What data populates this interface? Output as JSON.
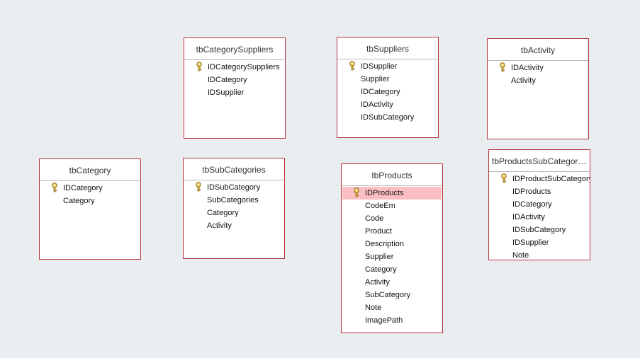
{
  "tables": [
    {
      "name": "tbCategorySuppliers",
      "fields": [
        {
          "label": "IDCategorySuppliers",
          "key": true
        },
        {
          "label": "IDCategory"
        },
        {
          "label": "IDSupplier"
        }
      ]
    },
    {
      "name": "tbSuppliers",
      "fields": [
        {
          "label": "IDSupplier",
          "key": true
        },
        {
          "label": "Supplier"
        },
        {
          "label": "IDCategory"
        },
        {
          "label": "IDActivity"
        },
        {
          "label": "IDSubCategory"
        }
      ]
    },
    {
      "name": "tbActivity",
      "fields": [
        {
          "label": "IDActivity",
          "key": true
        },
        {
          "label": "Activity"
        }
      ]
    },
    {
      "name": "tbCategory",
      "fields": [
        {
          "label": "IDCategory",
          "key": true
        },
        {
          "label": "Category"
        }
      ]
    },
    {
      "name": "tbSubCategories",
      "fields": [
        {
          "label": "IDSubCategory",
          "key": true
        },
        {
          "label": "SubCategories"
        },
        {
          "label": "Category"
        },
        {
          "label": "Activity"
        }
      ]
    },
    {
      "name": "tbProducts",
      "fields": [
        {
          "label": "IDProducts",
          "key": true,
          "selected": true
        },
        {
          "label": "CodeEm"
        },
        {
          "label": "Code"
        },
        {
          "label": "Product"
        },
        {
          "label": "Description"
        },
        {
          "label": "Supplier"
        },
        {
          "label": "Category"
        },
        {
          "label": "Activity"
        },
        {
          "label": "SubCategory"
        },
        {
          "label": "Note"
        },
        {
          "label": "ImagePath"
        }
      ]
    },
    {
      "name": "tbProductsSubCategori...",
      "fields": [
        {
          "label": "IDProductSubCategory",
          "key": true
        },
        {
          "label": "IDProducts"
        },
        {
          "label": "IDCategory"
        },
        {
          "label": "IDActivity"
        },
        {
          "label": "IDSubCategory"
        },
        {
          "label": "IDSupplier"
        },
        {
          "label": "Note"
        }
      ]
    }
  ],
  "colors": {
    "border": "#b5343c",
    "selected": "#fbbfc1",
    "background": "#e9edf0"
  }
}
